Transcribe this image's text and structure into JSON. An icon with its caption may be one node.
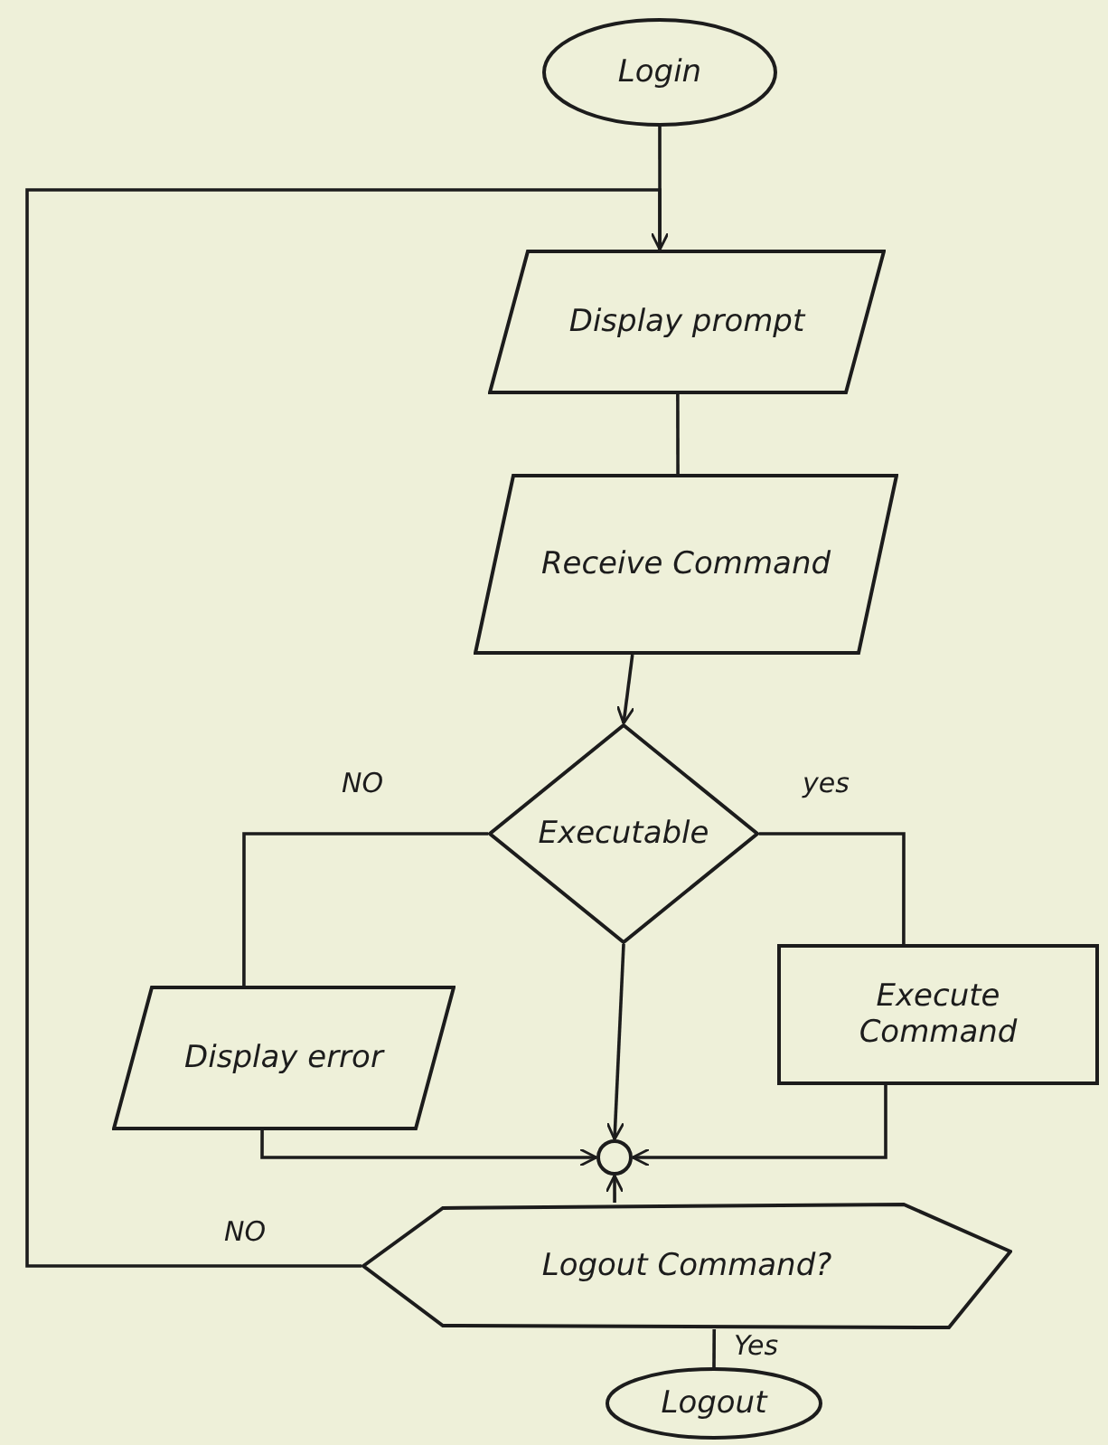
{
  "diagram": {
    "nodes": [
      {
        "text": [
          "Login"
        ]
      },
      {
        "text": [
          "Display prompt"
        ]
      },
      {
        "text": [
          "Receive Command"
        ]
      },
      {
        "text": [
          "Executable"
        ]
      },
      {
        "text": [
          "Display error"
        ]
      },
      {
        "text": [
          "Execute Command"
        ]
      },
      {
        "text": [],
        "shape": "circle"
      },
      {
        "text": [
          "Logout Command?"
        ]
      },
      {
        "text": [
          "Logout"
        ]
      }
    ],
    "edges": [
      {
        "from": 0,
        "to": 1,
        "arrow": "none"
      },
      {
        "from": 1,
        "to": 2,
        "arrow": "none"
      },
      {
        "from": 2,
        "to": 3,
        "arrow": "to"
      },
      {
        "from": 3,
        "to": 4,
        "label": "NO",
        "arrow": "none"
      },
      {
        "from": 3,
        "to": 5,
        "label": "yes",
        "arrow": "none"
      },
      {
        "from": 3,
        "to": 6,
        "arrow": "to"
      },
      {
        "from": 4,
        "to": 6,
        "arrow": "to"
      },
      {
        "from": 5,
        "to": 6,
        "arrow": "to"
      },
      {
        "from": 7,
        "to": 6,
        "arrow": "to"
      },
      {
        "from": 7,
        "to": 8,
        "label": "Yes",
        "arrow": "none"
      },
      {
        "from": 7,
        "to": 1,
        "label": "NO",
        "arrow": "to"
      }
    ]
  }
}
